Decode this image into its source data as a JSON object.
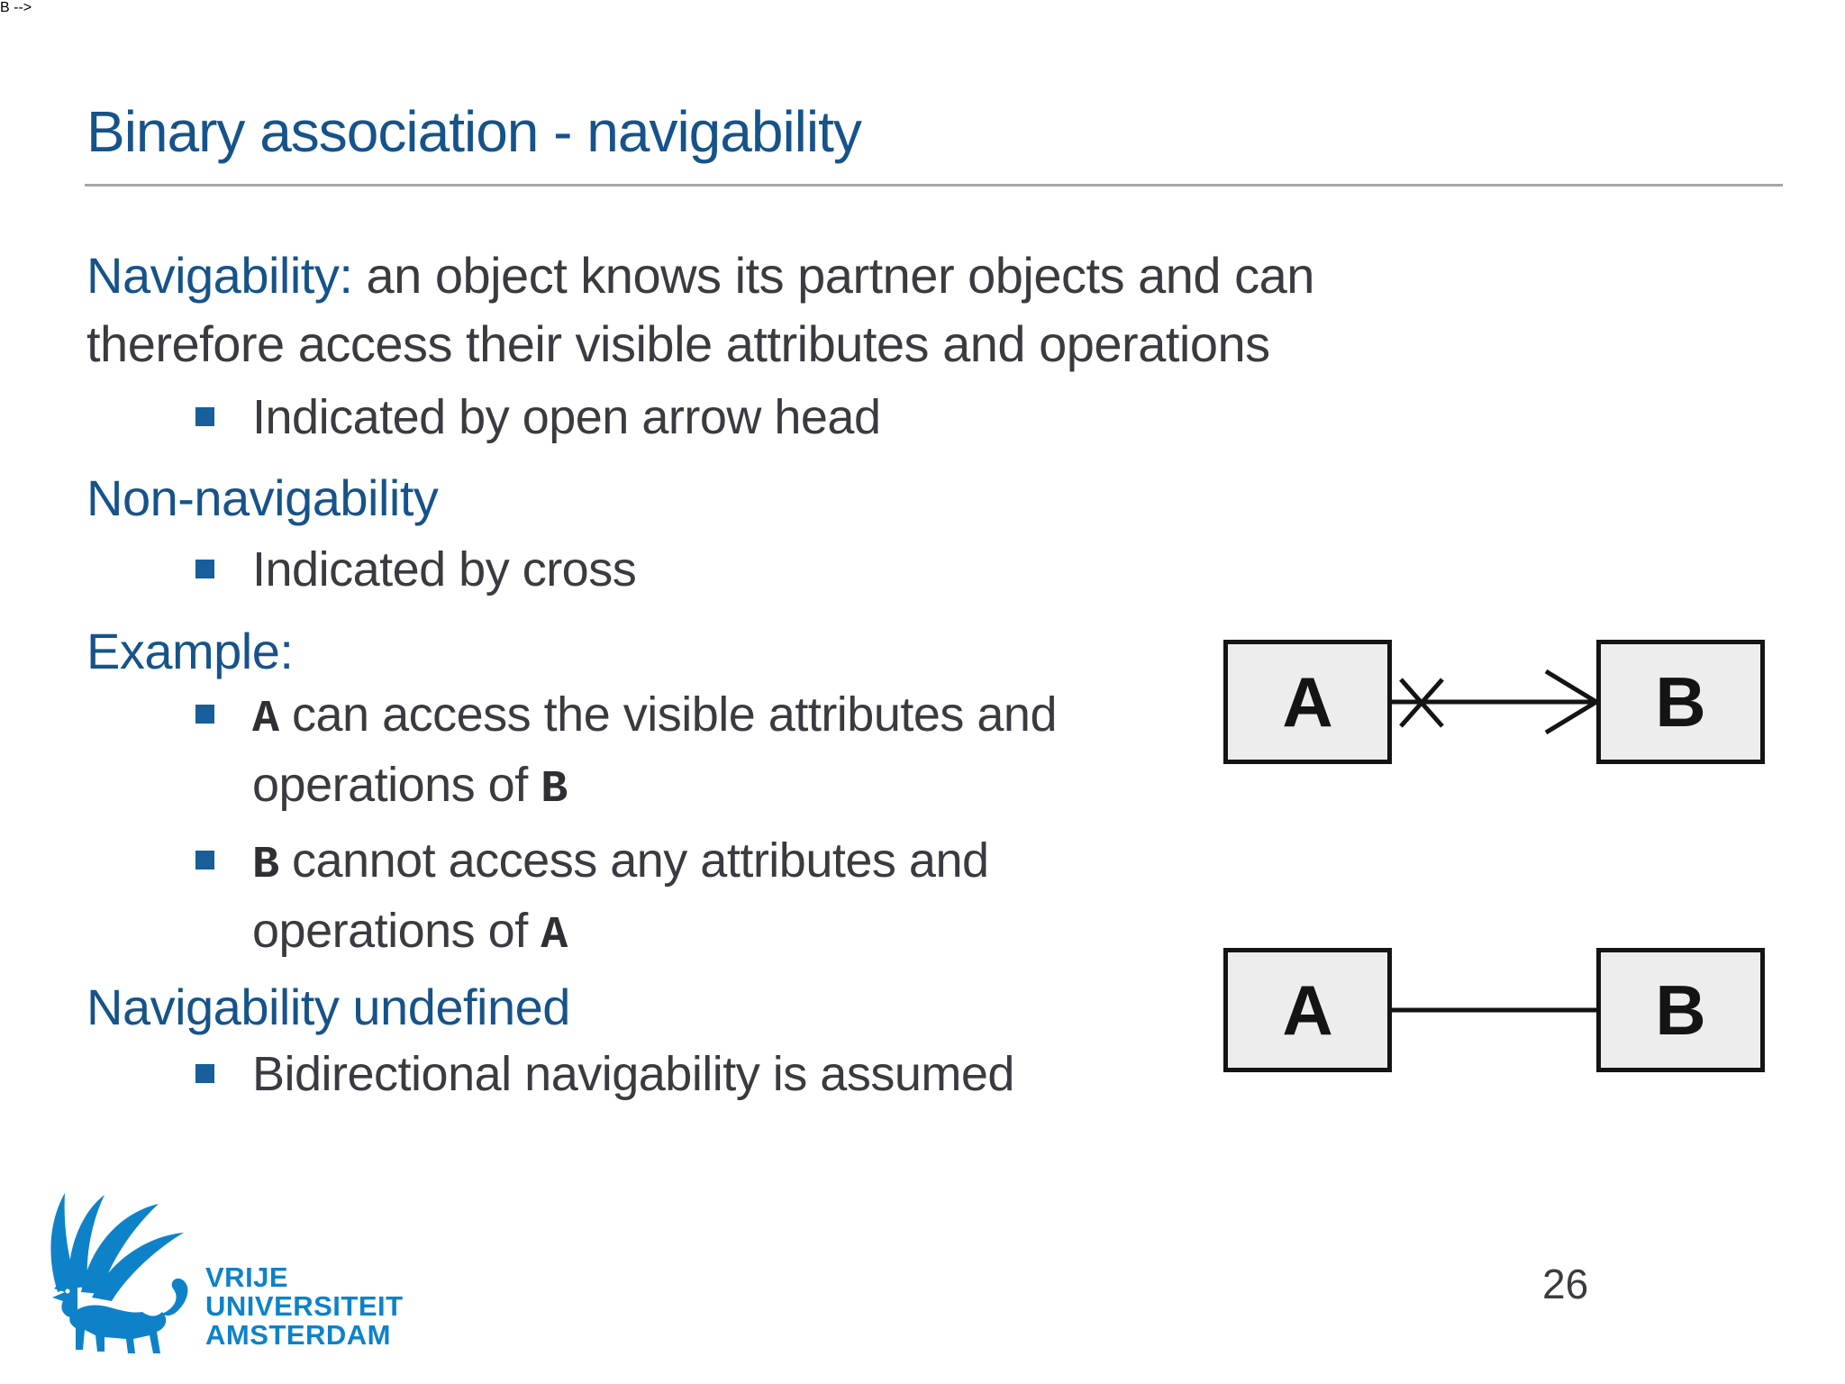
{
  "title": "Binary association - navigability",
  "page_number": "26",
  "intro": {
    "lead": "Navigability:",
    "line1_rest": " an object knows its partner objects and can",
    "line2": "therefore access their visible attributes and operations"
  },
  "items": {
    "arrow_bullet": "Indicated by open arrow head",
    "non_nav_heading": "Non-navigability",
    "cross_bullet": "Indicated by cross",
    "example_heading": "Example:",
    "example1": {
      "term1": "A",
      "rest1": " can access the visible attributes and",
      "line2_pre": "operations of ",
      "term2": "B"
    },
    "example2": {
      "term1": "B",
      "rest1": " cannot access any attributes and",
      "line2_pre": "operations of ",
      "term2": "A"
    },
    "undefined_heading": "Navigability undefined",
    "bidirectional_bullet": "Bidirectional navigability is assumed"
  },
  "diagrams": {
    "top": {
      "box_a": "A",
      "box_b": "B",
      "connector": "cross-and-open-arrowhead"
    },
    "bottom": {
      "box_a": "A",
      "box_b": "B",
      "connector": "plain-line"
    }
  },
  "logo": {
    "line1": "VRIJE",
    "line2": "UNIVERSITEIT",
    "line3": "AMSTERDAM"
  },
  "colors": {
    "heading_blue": "#16538a",
    "body_text": "#3a3a40",
    "bullet_blue": "#175e9b",
    "logo_blue": "#0d82c9",
    "box_fill": "#ededed",
    "rule_gray": "#a6a6a6"
  }
}
